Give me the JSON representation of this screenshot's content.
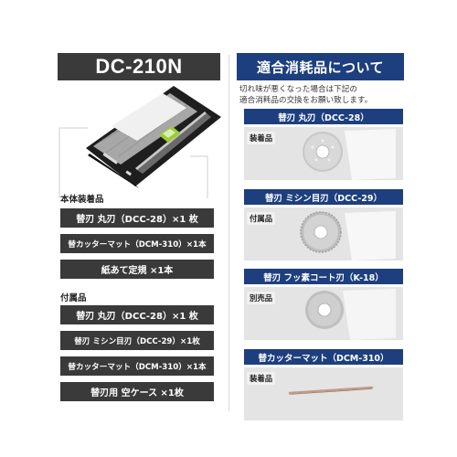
{
  "left": {
    "model_title": "DC-210N",
    "included_label": "本体装着品",
    "included_items": [
      "替刃 丸刃（DCC-28）×1 枚",
      "替カッターマット（DCM-310）×1本",
      "紙あて定規 ×1本"
    ],
    "accessories_label": "付属品",
    "accessory_items": [
      "替刃 丸刃（DCC-28）×1 枚",
      "替刃 ミシン目刃（DCC-29）×1枚",
      "替カッターマット（DCM-310）×1本",
      "替刃用 空ケース ×1枚"
    ]
  },
  "right": {
    "title": "適合消耗品について",
    "note_line1": "切れ味が悪くなった場合は下記の",
    "note_line2": "適合消耗品の交換をお願い致します。",
    "products": [
      {
        "title": "替刃 丸刃（DCC-28）",
        "badge": "装着品"
      },
      {
        "title": "替刃 ミシン目刃（DCC-29）",
        "badge": "付属品"
      },
      {
        "title": "替刃 フッ素コート刃（K-18）",
        "badge": "別売品"
      },
      {
        "title": "替カッターマット（DCM-310）",
        "badge": "装着品"
      }
    ]
  }
}
